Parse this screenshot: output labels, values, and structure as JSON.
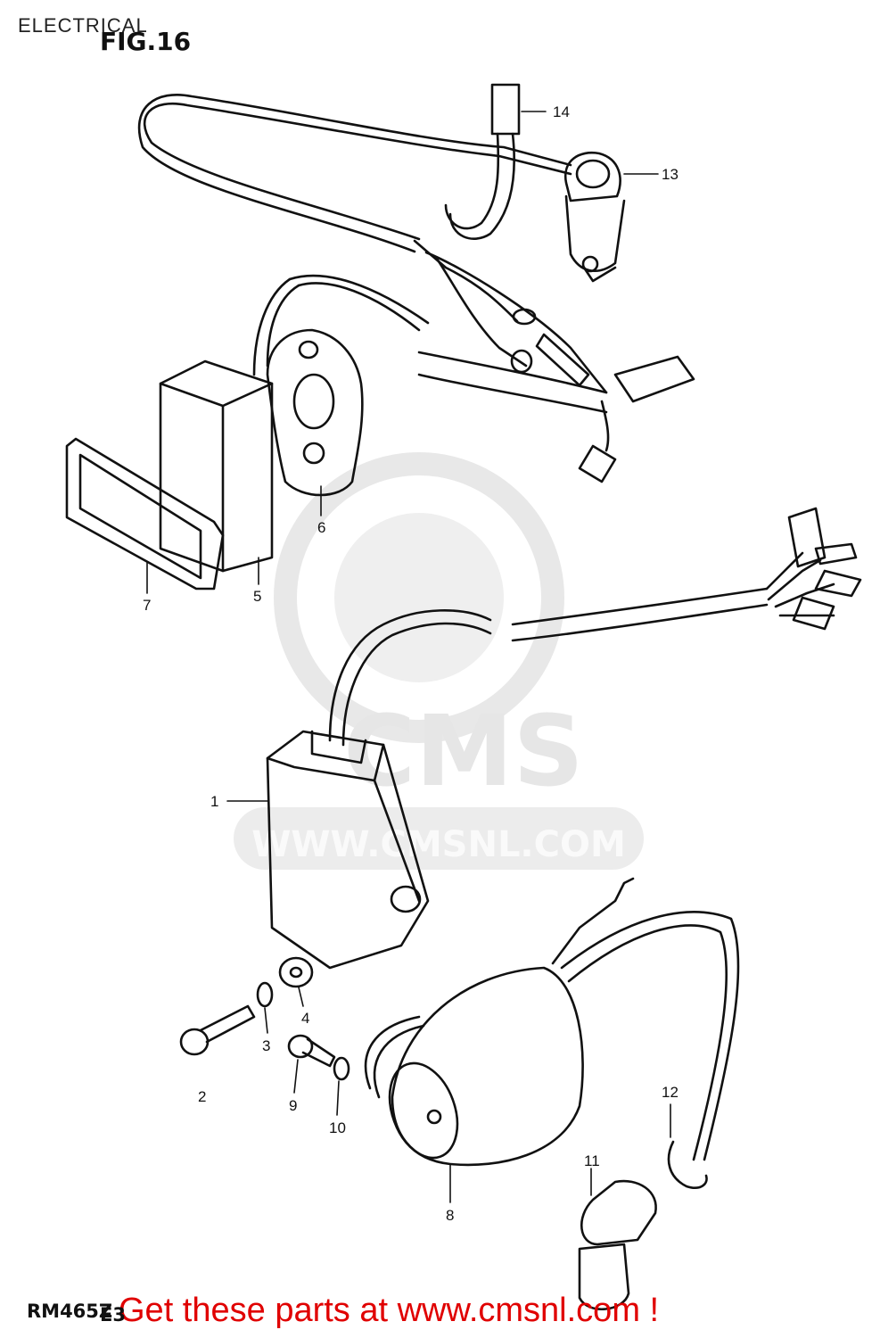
{
  "header": {
    "section_title": "ELECTRICAL",
    "figure_label": "FIG.16"
  },
  "watermark": {
    "brand": "CMS",
    "url": "WWW.CMSNL.COM"
  },
  "callouts": {
    "p1": "1",
    "p2": "2",
    "p3": "3",
    "p4": "4",
    "p5": "5",
    "p6": "6",
    "p7": "7",
    "p8": "8",
    "p9": "9",
    "p10": "10",
    "p11": "11",
    "p12": "12",
    "p13": "13",
    "p14": "14"
  },
  "footer": {
    "model": "RM465Z",
    "region": "E3",
    "promo": "Get these parts at www.cmsnl.com !"
  },
  "colors": {
    "promo_text": "#e00000",
    "watermark": "#e6e6e6",
    "line_art": "#111111"
  }
}
